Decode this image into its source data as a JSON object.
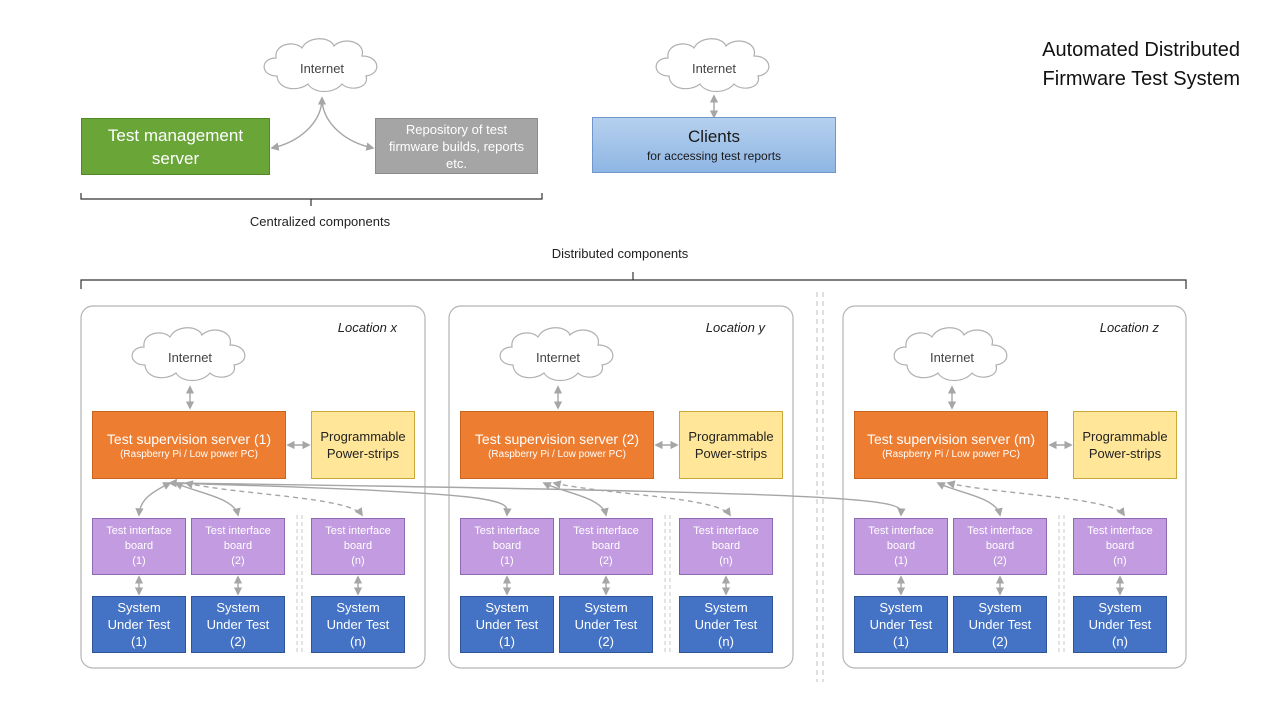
{
  "title": {
    "line1": "Automated Distributed",
    "line2": "Firmware Test System"
  },
  "centralized": {
    "internet_label": "Internet",
    "server": {
      "line1": "Test management",
      "line2": "server"
    },
    "repository": {
      "line1": "Repository of test",
      "line2": "firmware builds, reports",
      "line3": "etc."
    },
    "caption": "Centralized components"
  },
  "clients": {
    "internet_label": "Internet",
    "line1": "Clients",
    "line2": "for accessing test reports"
  },
  "distributed_caption": "Distributed components",
  "locations": [
    {
      "name": "Location x",
      "internet_label": "Internet",
      "server": {
        "line1": "Test supervision server (1)",
        "line2": "(Raspberry Pi / Low power PC)"
      },
      "power": {
        "line1": "Programmable",
        "line2": "Power-strips"
      },
      "tib": [
        {
          "line1": "Test interface",
          "line2": "board",
          "line3": "(1)"
        },
        {
          "line1": "Test interface",
          "line2": "board",
          "line3": "(2)"
        },
        {
          "line1": "Test interface",
          "line2": "board",
          "line3": "(n)"
        }
      ],
      "sut": [
        {
          "line1": "System",
          "line2": "Under Test",
          "line3": "(1)"
        },
        {
          "line1": "System",
          "line2": "Under Test",
          "line3": "(2)"
        },
        {
          "line1": "System",
          "line2": "Under Test",
          "line3": "(n)"
        }
      ]
    },
    {
      "name": "Location y",
      "internet_label": "Internet",
      "server": {
        "line1": "Test supervision server (2)",
        "line2": "(Raspberry Pi / Low power PC)"
      },
      "power": {
        "line1": "Programmable",
        "line2": "Power-strips"
      },
      "tib": [
        {
          "line1": "Test interface",
          "line2": "board",
          "line3": "(1)"
        },
        {
          "line1": "Test interface",
          "line2": "board",
          "line3": "(2)"
        },
        {
          "line1": "Test interface",
          "line2": "board",
          "line3": "(n)"
        }
      ],
      "sut": [
        {
          "line1": "System",
          "line2": "Under Test",
          "line3": "(1)"
        },
        {
          "line1": "System",
          "line2": "Under Test",
          "line3": "(2)"
        },
        {
          "line1": "System",
          "line2": "Under Test",
          "line3": "(n)"
        }
      ]
    },
    {
      "name": "Location z",
      "internet_label": "Internet",
      "server": {
        "line1": "Test supervision server (m)",
        "line2": "(Raspberry Pi / Low power PC)"
      },
      "power": {
        "line1": "Programmable",
        "line2": "Power-strips"
      },
      "tib": [
        {
          "line1": "Test interface",
          "line2": "board",
          "line3": "(1)"
        },
        {
          "line1": "Test interface",
          "line2": "board",
          "line3": "(2)"
        },
        {
          "line1": "Test interface",
          "line2": "board",
          "line3": "(n)"
        }
      ],
      "sut": [
        {
          "line1": "System",
          "line2": "Under Test",
          "line3": "(1)"
        },
        {
          "line1": "System",
          "line2": "Under Test",
          "line3": "(2)"
        },
        {
          "line1": "System",
          "line2": "Under Test",
          "line3": "(n)"
        }
      ]
    }
  ]
}
